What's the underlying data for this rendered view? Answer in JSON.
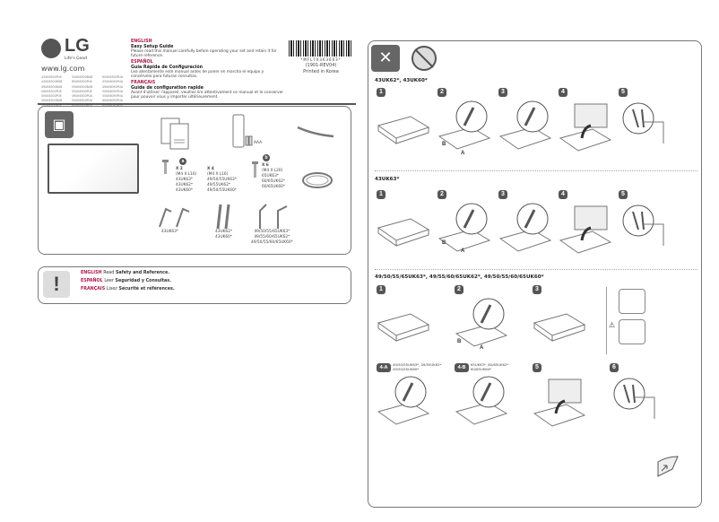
{
  "brand": {
    "logo": "LG",
    "tagline": "Life's Good",
    "url": "www.lg.com"
  },
  "models": [
    "43UK6300PUE",
    "55UK6300BUB",
    "65UK6300PUA",
    "43UK6300BUB",
    "65UK6300PUE",
    "43UK6090PUA",
    "49UK6300BUB",
    "55UK6300BUB",
    "49UK6090PUA",
    "49UK6300PUE",
    "55UK6300PUE",
    "50UK6090PUA",
    "50UK6300PUE",
    "49UK6300PUA",
    "55UK6090PUA",
    "50UK6300BUB",
    "55UK6300PUA",
    "60UK6090PUA",
    "55UK6300PUE",
    "65UK6300PUA",
    "65UK6090PUA"
  ],
  "intro": [
    {
      "lang": "ENGLISH",
      "title": "Easy Setup Guide",
      "text": "Please read this manual carefully before operating your set and retain it for future reference."
    },
    {
      "lang": "ESPAÑOL",
      "title": "Guía Rápida de Configuración",
      "text": "Lea atentamente este manual antes de poner en marcha el equipo y consérvelo para futuras consultas."
    },
    {
      "lang": "FRANÇAIS",
      "title": "Guide de configuration rapide",
      "text": "Avant d'utiliser l'appareil, veuillez lire attentivement ce manual et le conserver pour pouvoir vous y importer ultérieurement."
    }
  ],
  "barcode": {
    "number": "*MFL70363603*",
    "revision": "(1901-REV04)",
    "origin": "Printed in Korea"
  },
  "accessories": {
    "battery": "AAA",
    "screw_a": {
      "label": "a",
      "qty": "X 2",
      "spec": "(M4 X L16)",
      "models": [
        "43UK63*",
        "43UK62*",
        "43UK60*"
      ]
    },
    "screw_a2": {
      "qty": "X 4",
      "spec": "(M4 X L16)",
      "models": [
        "49/50/55UK63*",
        "49/55UK62*",
        "49/50/55UK60*"
      ]
    },
    "screw_b": {
      "label": "b",
      "qty": "X 6",
      "spec": "(M4 X L20)",
      "models": [
        "65UK63*",
        "60/65UK62*",
        "60/65UK60*"
      ]
    },
    "stand1": "43UK63*",
    "stand2": [
      "43UK62*",
      "43UK60*"
    ],
    "stand3": [
      "49/50/55/65UK63*",
      "49/55/60/65UK62*",
      "49/50/55/60/65UK60*"
    ]
  },
  "safety": [
    {
      "lang": "ENGLISH",
      "verb": "Read",
      "doc": "Safety and Reference."
    },
    {
      "lang": "ESPAÑOL",
      "verb": "Leer",
      "doc": "Seguridad y Consultas."
    },
    {
      "lang": "FRANÇAIS",
      "verb": "Lisez",
      "doc": "Sécurité et références."
    }
  ],
  "sections": [
    {
      "heading": "43UK62*, 43UK60*",
      "steps": [
        "1",
        "2",
        "3",
        "4",
        "5"
      ]
    },
    {
      "heading": "43UK63*",
      "steps": [
        "1",
        "2",
        "3",
        "4",
        "5"
      ]
    },
    {
      "heading": "49/50/55/65UK63*, 49/55/60/65UK62*,  49/50/55/60/65UK60*",
      "steps": [
        "1",
        "2",
        "3"
      ],
      "steps2": [
        {
          "badge": "4-A",
          "text": "49/50/55UK63*, 49/55UK62*\n49/50/55UK60*"
        },
        {
          "badge": "4-B",
          "text": "65UK63*, 60/65UK62*\n60/65UK60*"
        },
        {
          "badge": "5"
        },
        {
          "badge": "6"
        }
      ]
    }
  ],
  "labels": {
    "a": "A",
    "b": "B"
  },
  "colors": {
    "accent": "#b0174f",
    "icon": "#555555"
  }
}
